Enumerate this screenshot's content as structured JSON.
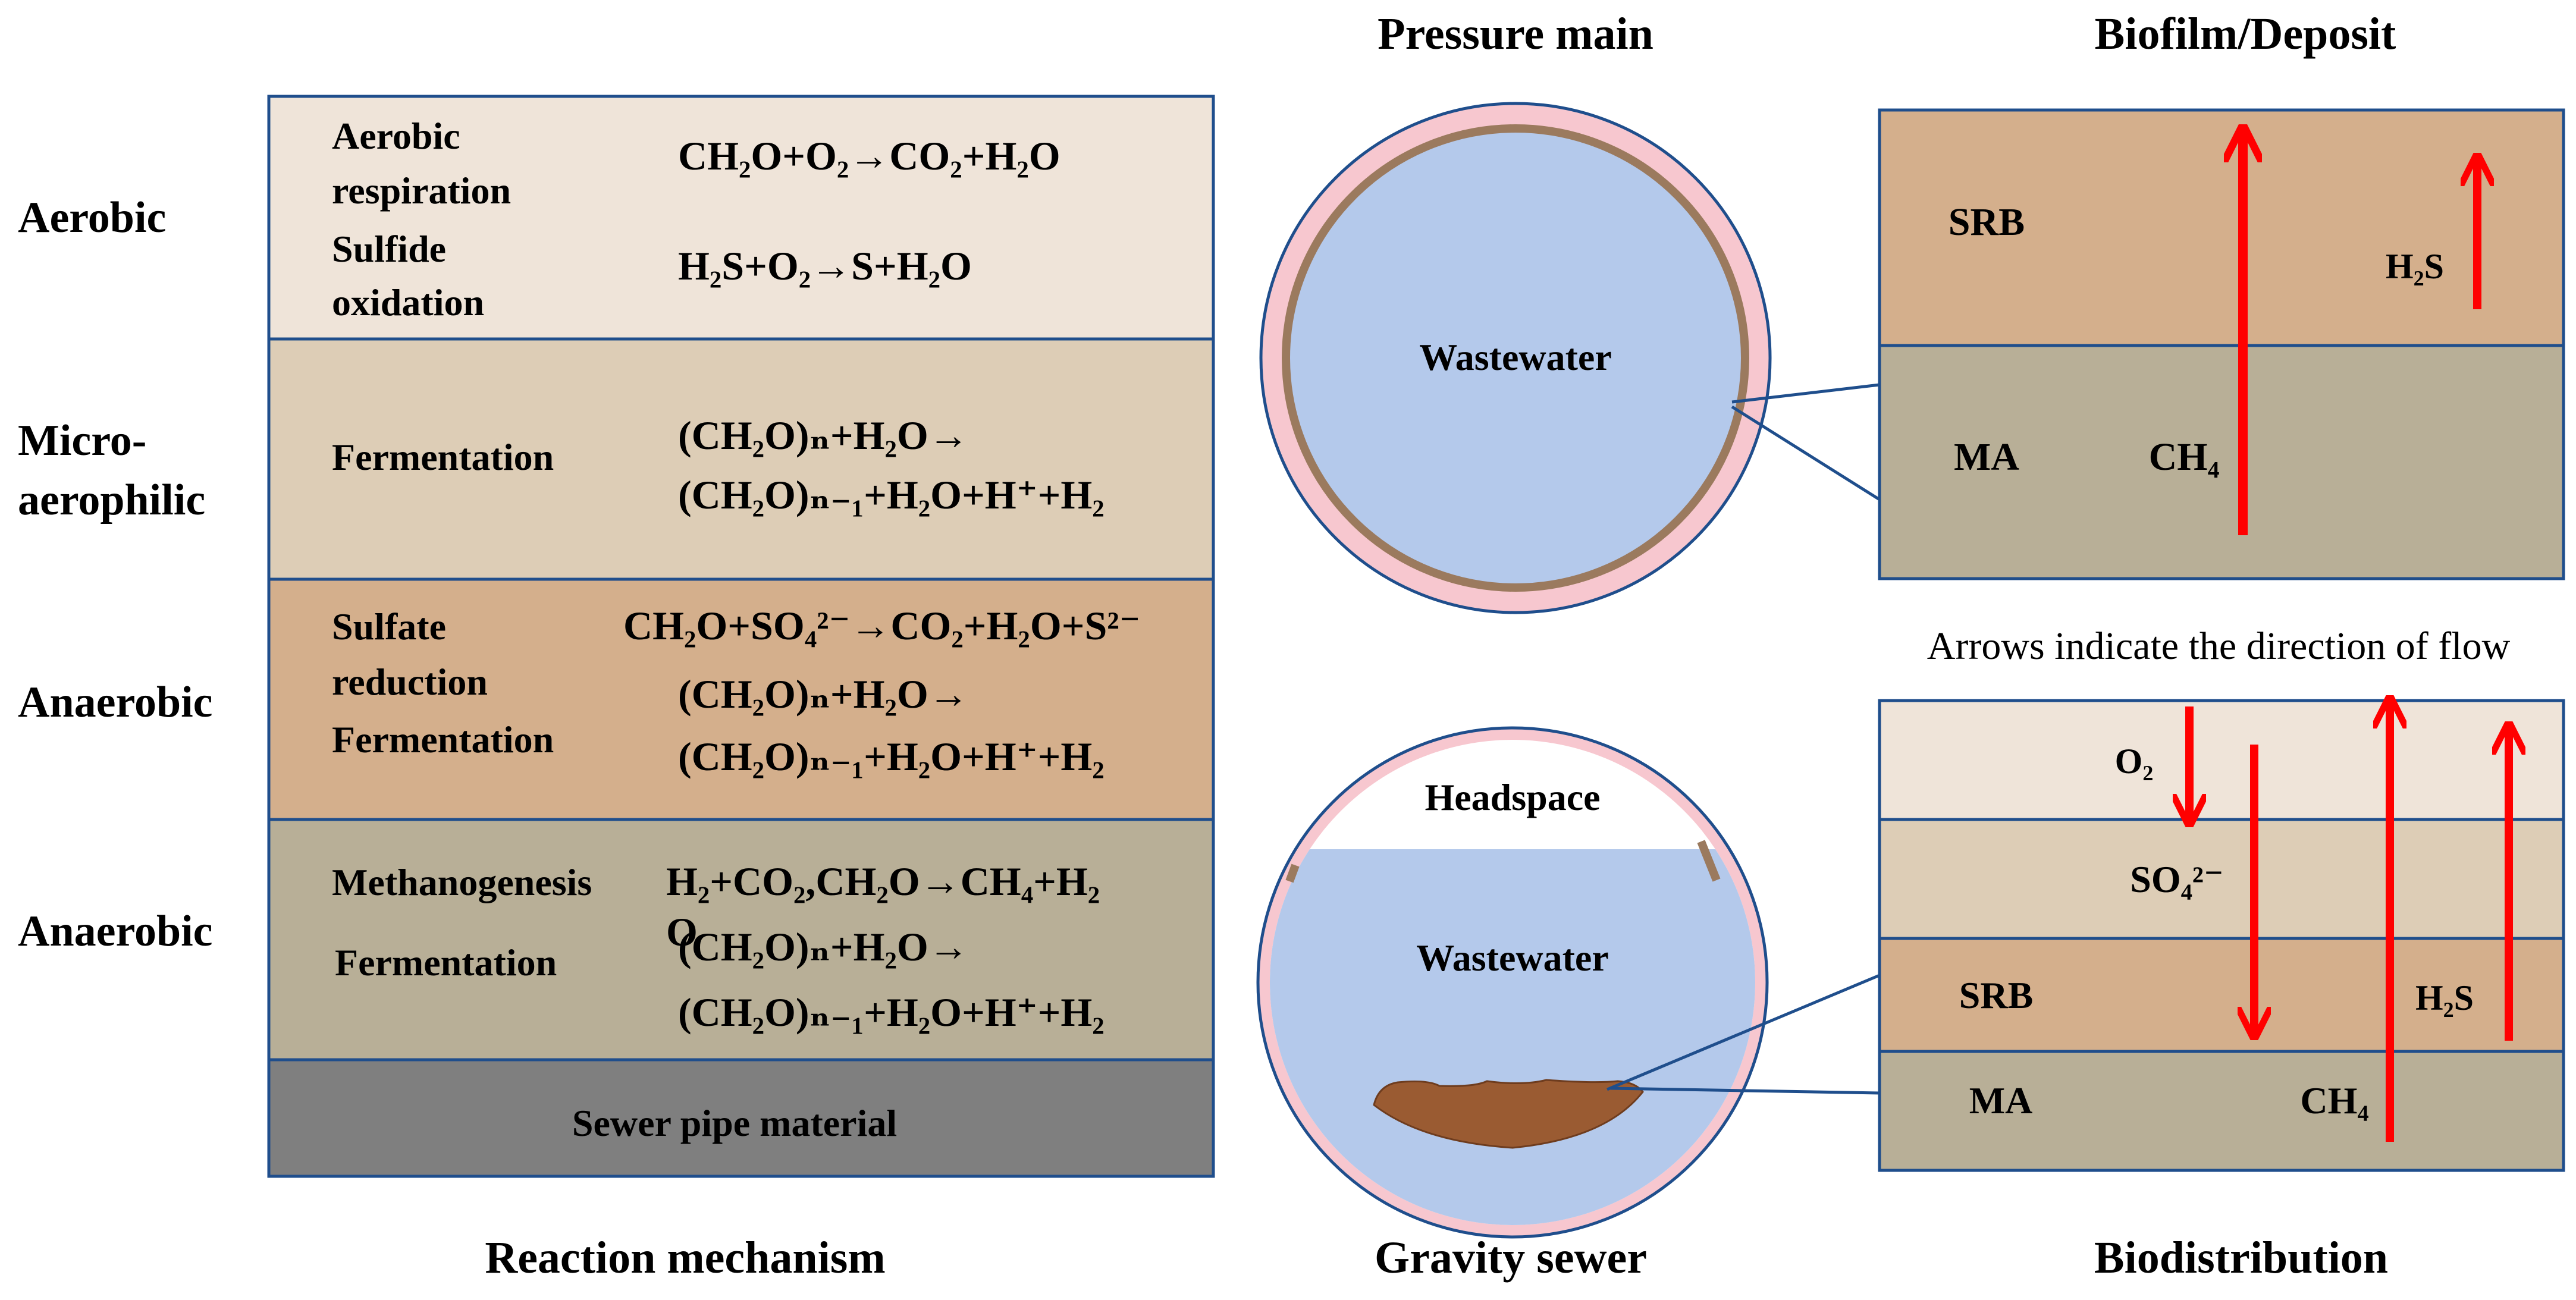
{
  "colors": {
    "aerobic_layer": "#EFE4D9",
    "microaerophilic_layer": "#DDCDB6",
    "anaerobic_srb_layer": "#D4AF8C",
    "anaerobic_ma_layer": "#B8AF97",
    "pipe_material": "#7F7F7F",
    "border": "#1F4E8C",
    "water": "#B4C9EB",
    "pipe_pink": "#F7C7CF",
    "biofilm_brown": "#9B7A5E",
    "sediment": "#9A5B32",
    "arrow_red": "#FF0000"
  },
  "mechanism": {
    "caption": "Reaction mechanism",
    "rows": [
      {
        "zone": "Aerobic",
        "processes": [
          "Aerobic",
          "respiration",
          "Sulfide",
          "oxidation"
        ],
        "eq1": "CH₂O+O₂→CO₂+H₂O",
        "eq2": "H₂S+O₂→S+H₂O"
      },
      {
        "zone_line1": "Micro-",
        "zone_line2": "aerophilic",
        "process": "Fermentation",
        "eq1": "(CH₂O)ₙ+H₂O→",
        "eq2": "(CH₂O)ₙ₋₁+H₂O+H⁺+H₂"
      },
      {
        "zone": "Anaerobic",
        "processes": [
          "Sulfate",
          "reduction",
          "Fermentation"
        ],
        "eq0": "CH₂O+SO₄²⁻→CO₂+H₂O+S²⁻",
        "eq1": "(CH₂O)ₙ+H₂O→",
        "eq2": "(CH₂O)ₙ₋₁+H₂O+H⁺+H₂"
      },
      {
        "zone": "Anaerobic",
        "processes": [
          "Methanogenesis",
          "Fermentation"
        ],
        "eq0": "H₂+CO₂,CH₂O→CH₄+H₂",
        "eq0_overflow": "O",
        "eq1": "(CH₂O)ₙ+H₂O→",
        "eq2": "(CH₂O)ₙ₋₁+H₂O+H⁺+H₂"
      }
    ],
    "pipe_material_label": "Sewer pipe material"
  },
  "pressure_main": {
    "title": "Pressure main",
    "water_label": "Wastewater"
  },
  "gravity_sewer": {
    "caption": "Gravity sewer",
    "headspace_label": "Headspace",
    "water_label": "Wastewater"
  },
  "biofilm": {
    "title": "Biofilm/Deposit",
    "labels": {
      "srb": "SRB",
      "h2s": "H₂S",
      "ma": "MA",
      "ch4": "CH₄"
    }
  },
  "flow_note": "Arrows indicate the direction of flow",
  "biodistribution": {
    "caption": "Biodistribution",
    "labels": {
      "o2": "O₂",
      "so4": "SO₄²⁻",
      "srb": "SRB",
      "h2s": "H₂S",
      "ma": "MA",
      "ch4": "CH₄"
    }
  }
}
